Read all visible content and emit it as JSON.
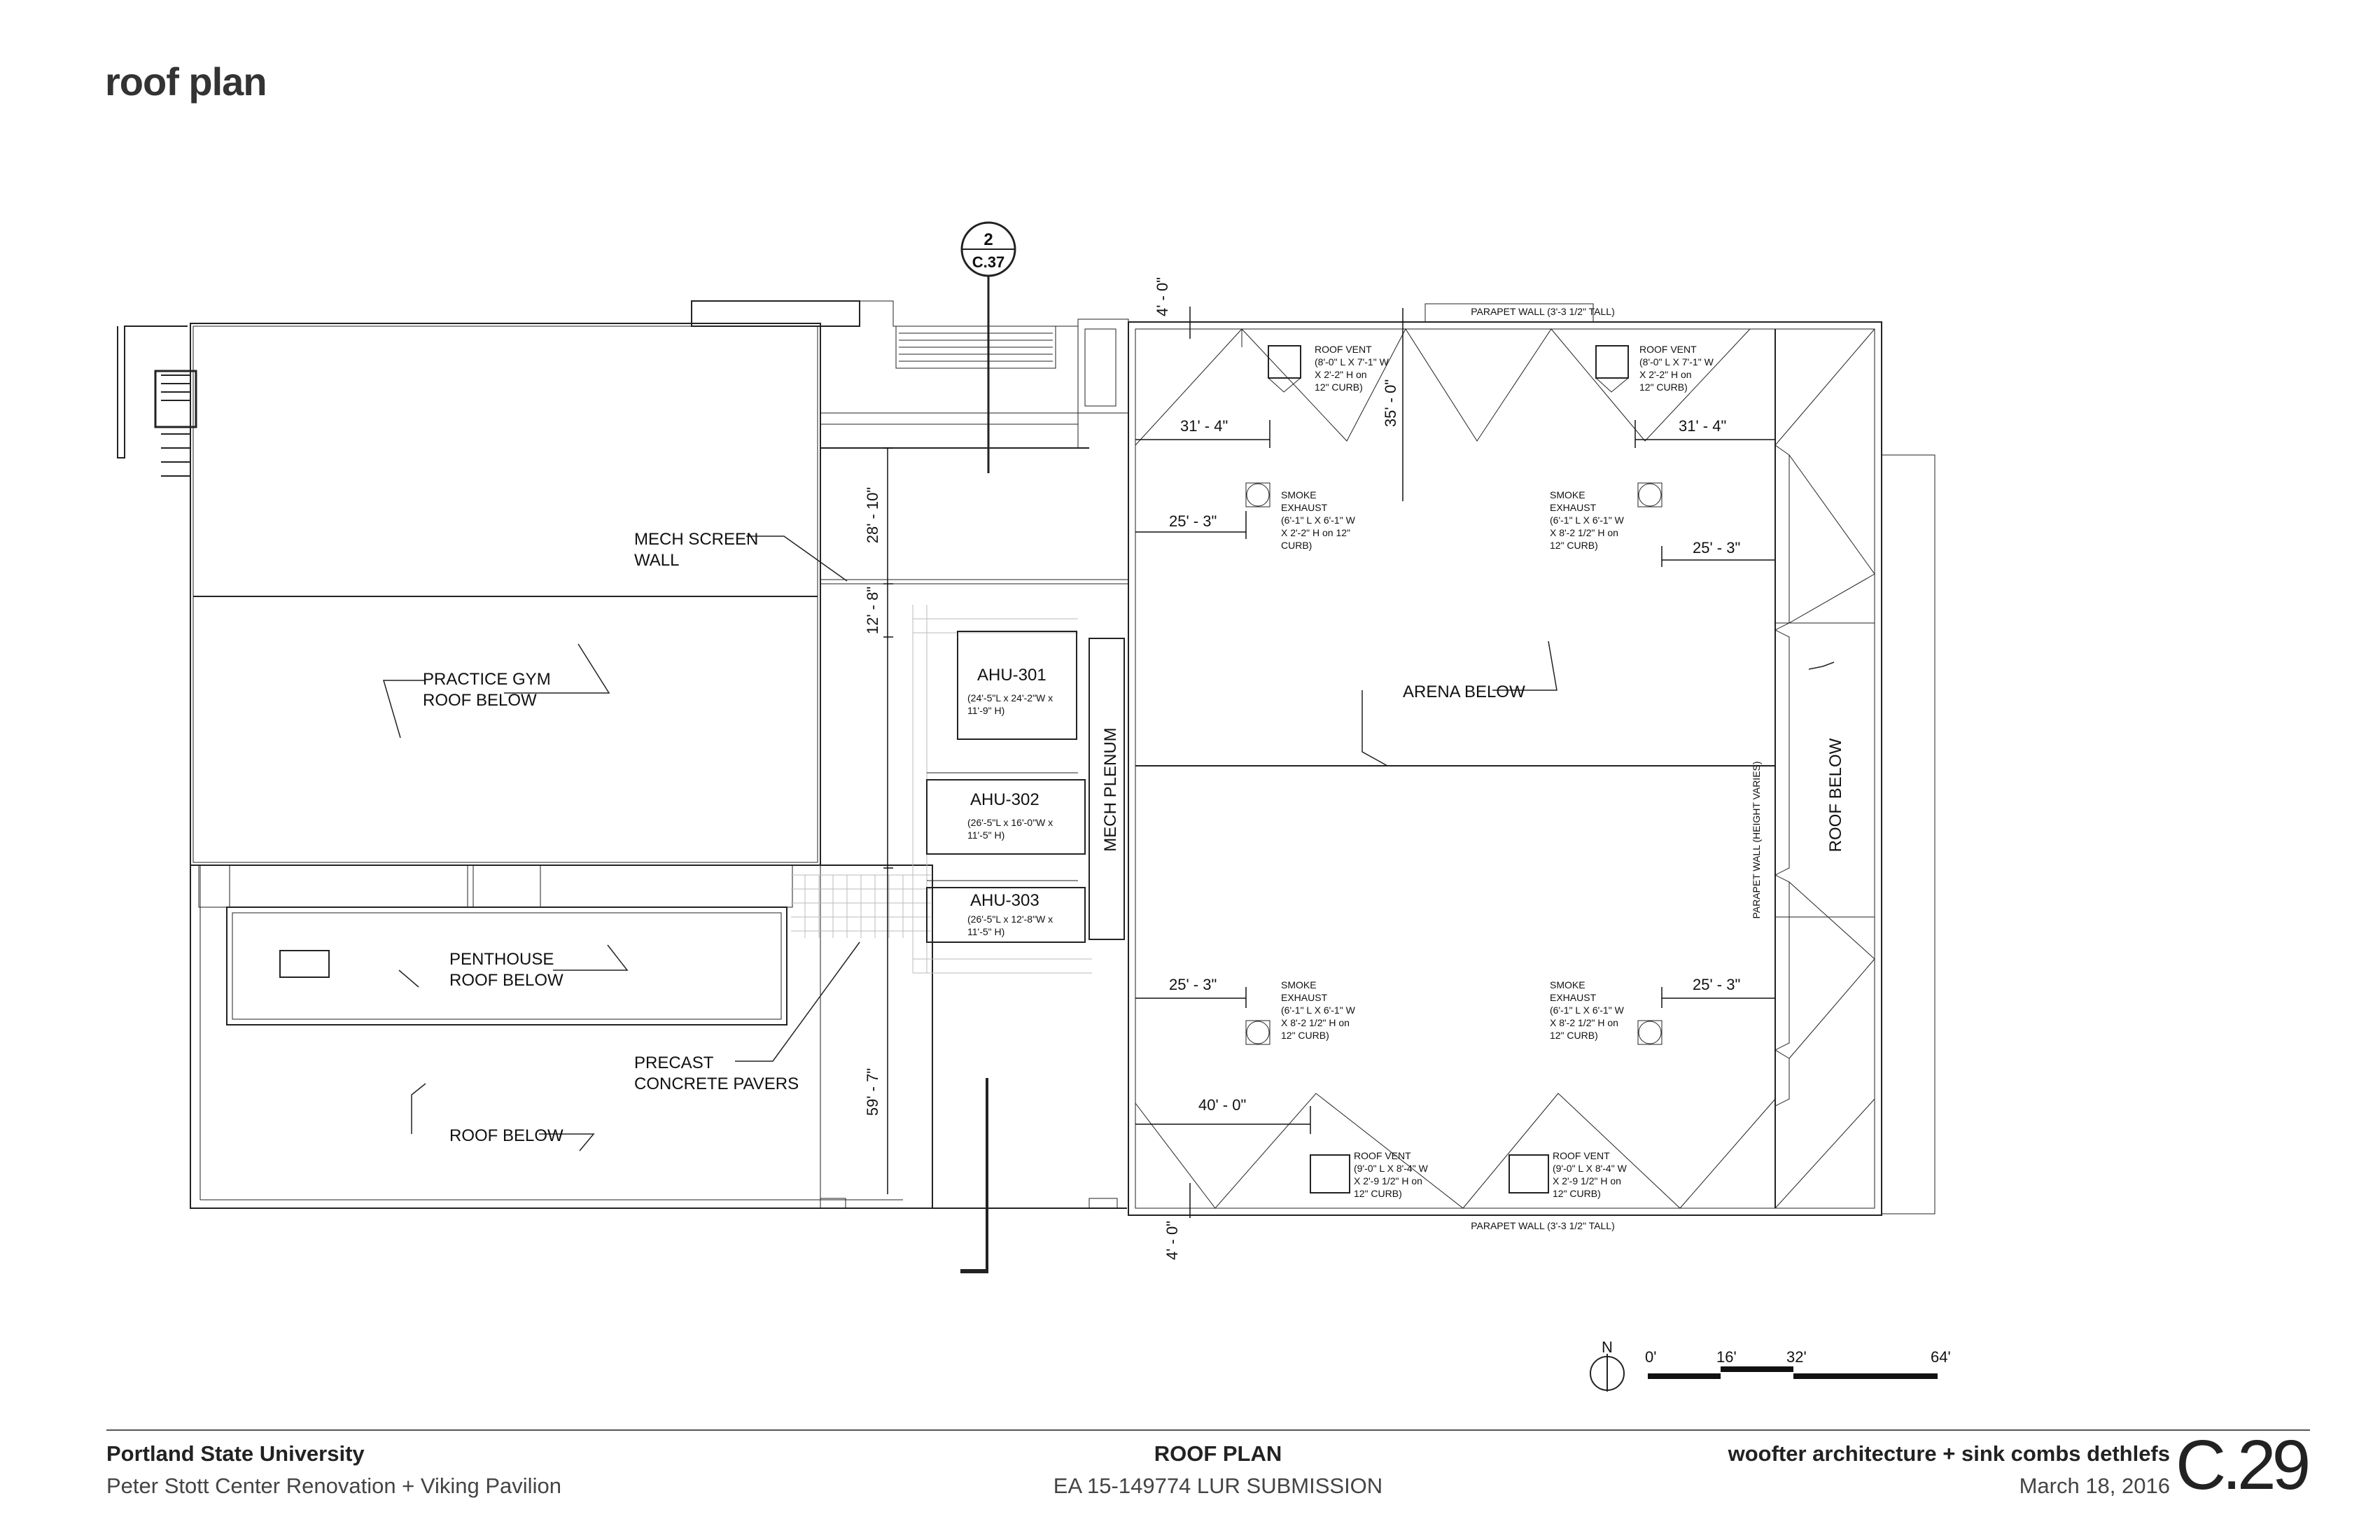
{
  "title": "roof plan",
  "section_marker": {
    "number": "2",
    "sheet": "C.37"
  },
  "labels": {
    "parapet_top": "PARAPET WALL (3'-3 1/2\" TALL)",
    "parapet_bottom": "PARAPET WALL (3'-3 1/2\" TALL)",
    "parapet_right": "PARAPET WALL (HEIGHT VARIES)",
    "mech_screen_1": "MECH SCREEN",
    "mech_screen_2": "WALL",
    "practice_gym_1": "PRACTICE GYM",
    "practice_gym_2": "ROOF BELOW",
    "penthouse_1": "PENTHOUSE",
    "penthouse_2": "ROOF BELOW",
    "precast_1": "PRECAST",
    "precast_2": "CONCRETE PAVERS",
    "roof_below_left": "ROOF BELOW",
    "roof_below_right": "ROOF BELOW",
    "arena_below": "ARENA BELOW",
    "mech_plenum": "MECH PLENUM"
  },
  "ahu": [
    {
      "name": "AHU-301",
      "l1": "(24'-5\"L x 24'-2\"W x",
      "l2": "11'-9\" H)"
    },
    {
      "name": "AHU-302",
      "l1": "(26'-5\"L x 16'-0\"W x",
      "l2": "11'-5\" H)"
    },
    {
      "name": "AHU-303",
      "l1": "(26'-5\"L x 12'-8\"W x",
      "l2": "11'-5\" H)"
    }
  ],
  "equipment": {
    "roof_vent_top": [
      "ROOF VENT",
      "(8'-0\" L  X 7'-1\" W",
      "X 2'-2\" H on",
      "12\" CURB)"
    ],
    "roof_vent_bottom": [
      "ROOF VENT",
      "(9'-0\" L  X 8'-4\" W",
      "X 2'-9 1/2\" H on",
      "12\" CURB)"
    ],
    "smoke_exhaust": [
      "SMOKE",
      "EXHAUST",
      "(6'-1\" L  X 6'-1\" W",
      "X 2'-2\" H on 12\"",
      "CURB)"
    ],
    "smoke_exhaust_alt": [
      "SMOKE",
      "EXHAUST",
      "(6'-1\" L  X 6'-1\" W",
      "X 8'-2 1/2\" H on",
      "12\" CURB)"
    ]
  },
  "dimensions": {
    "d_4_0": "4' - 0\"",
    "d_35_0": "35' - 0\"",
    "d_31_4": "31' - 4\"",
    "d_25_3": "25' - 3\"",
    "d_28_10": "28' - 10\"",
    "d_12_8": "12' - 8\"",
    "d_59_7": "59' - 7\"",
    "d_40_0": "40' - 0\""
  },
  "north_label": "N",
  "scale_labels": [
    "0'",
    "16'",
    "32'",
    "64'"
  ],
  "footer": {
    "org": "Portland State University",
    "project": "Peter Stott Center Renovation + Viking Pavilion",
    "sheet_title": "ROOF PLAN",
    "submission": "EA 15-149774 LUR SUBMISSION",
    "firm": "woofter architecture + sink combs dethlefs",
    "date": "March 18, 2016",
    "sheet_number": "C.29"
  }
}
